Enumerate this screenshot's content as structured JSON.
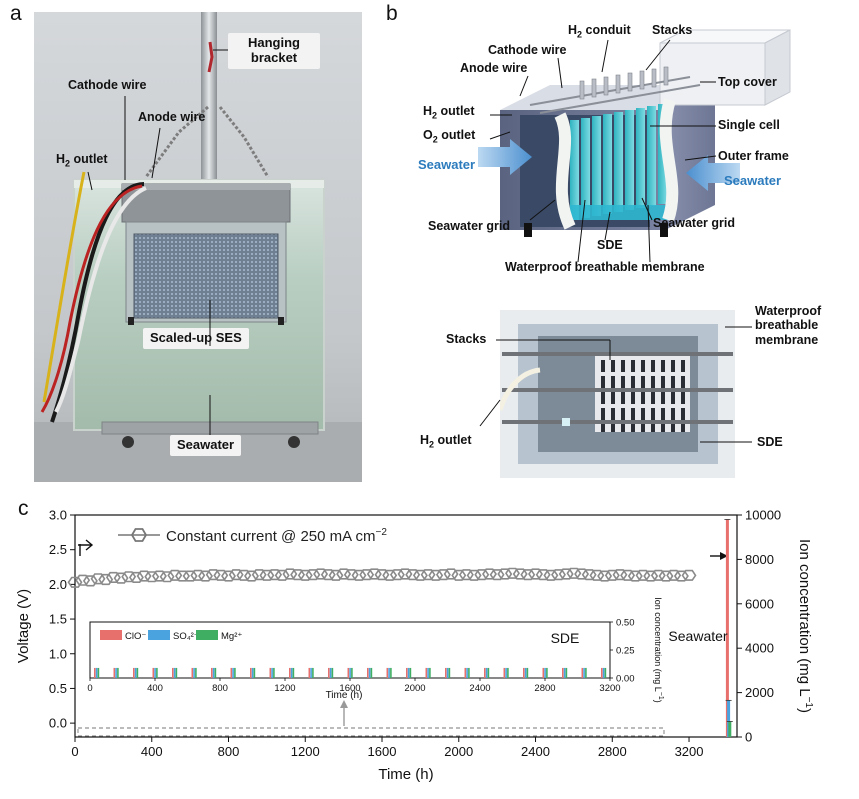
{
  "panels": {
    "a": {
      "letter": "a",
      "labels": {
        "hanging_bracket_1": "Hanging",
        "hanging_bracket_2": "bracket",
        "cathode_wire": "Cathode wire",
        "anode_wire": "Anode wire",
        "h2_outlet_prefix": "H",
        "h2_outlet_sub": "2",
        "h2_outlet_suffix": " outlet",
        "scaled_up_ses": "Scaled-up SES",
        "seawater": "Seawater"
      }
    },
    "b": {
      "letter": "b",
      "top_labels": {
        "h2_conduit_prefix": "H",
        "h2_conduit_sub": "2",
        "h2_conduit_suffix": " conduit",
        "stacks": "Stacks",
        "cathode_wire": "Cathode wire",
        "anode_wire": "Anode wire",
        "top_cover": "Top cover",
        "h2_outlet_prefix": "H",
        "h2_outlet_sub": "2",
        "h2_outlet_suffix": " outlet",
        "o2_outlet_prefix": "O",
        "o2_outlet_sub": "2",
        "o2_outlet_suffix": " outlet",
        "single_cell": "Single cell",
        "outer_frame": "Outer frame",
        "seawater_left": "Seawater",
        "seawater_right": "Seawater",
        "seawater_grid_left": "Seawater grid",
        "seawater_grid_right": "Seawater grid",
        "sde": "SDE",
        "waterproof_membrane": "Waterproof breathable membrane"
      },
      "bottom_labels": {
        "stacks": "Stacks",
        "membrane_1": "Waterproof",
        "membrane_2": "breathable",
        "membrane_3": "membrane",
        "h2_outlet_prefix": "H",
        "h2_outlet_sub": "2",
        "h2_outlet_suffix": " outlet",
        "sde": "SDE"
      }
    },
    "c": {
      "letter": "c"
    }
  },
  "chart_data": {
    "type": "line",
    "legend": {
      "label_prefix": "Constant current @ 250 mA cm",
      "label_sup": "−2",
      "placement": "top-left"
    },
    "xlabel": "Time (h)",
    "ylabel_left": "Voltage (V)",
    "ylabel_right": "Ion concentration (mg L",
    "ylabel_right_sup": "−1",
    "ylabel_right_close": ")",
    "xlim": [
      0,
      3450
    ],
    "ylim_left": [
      -0.2,
      3.0
    ],
    "ylim_right": [
      0,
      10000
    ],
    "x_ticks": [
      0,
      400,
      800,
      1200,
      1600,
      2000,
      2400,
      2800,
      3200
    ],
    "y_ticks_left": [
      0.0,
      0.5,
      1.0,
      1.5,
      2.0,
      2.5,
      3.0
    ],
    "y_tick_labels_left": [
      "0.0",
      "0.5",
      "1.0",
      "1.5",
      "2.0",
      "2.5",
      "3.0"
    ],
    "y_ticks_right": [
      0,
      2000,
      4000,
      6000,
      8000,
      10000
    ],
    "voltage_series": {
      "x_start": 0,
      "x_end": 3200,
      "x_step": 40,
      "values": [
        2.03,
        2.06,
        2.05,
        2.08,
        2.07,
        2.1,
        2.09,
        2.11,
        2.1,
        2.12,
        2.11,
        2.12,
        2.11,
        2.13,
        2.12,
        2.12,
        2.13,
        2.12,
        2.14,
        2.13,
        2.12,
        2.14,
        2.13,
        2.12,
        2.14,
        2.13,
        2.14,
        2.13,
        2.15,
        2.14,
        2.13,
        2.14,
        2.15,
        2.14,
        2.13,
        2.15,
        2.14,
        2.13,
        2.14,
        2.15,
        2.14,
        2.13,
        2.14,
        2.15,
        2.14,
        2.13,
        2.14,
        2.13,
        2.14,
        2.15,
        2.13,
        2.14,
        2.13,
        2.14,
        2.15,
        2.14,
        2.15,
        2.16,
        2.15,
        2.14,
        2.15,
        2.14,
        2.13,
        2.14,
        2.15,
        2.16,
        2.15,
        2.14,
        2.13,
        2.12,
        2.13,
        2.14,
        2.13,
        2.12,
        2.13,
        2.12,
        2.13,
        2.12,
        2.13,
        2.12,
        2.13
      ]
    },
    "seawater_bars": {
      "label": "Seawater",
      "x": 3400,
      "series": [
        {
          "name": "ClO⁻",
          "value": 9800,
          "color": "#e8706c"
        },
        {
          "name": "SO₄²⁻",
          "value": 1650,
          "color": "#4aa3df"
        },
        {
          "name": "Mg²⁺",
          "value": 700,
          "color": "#3fae63"
        }
      ]
    },
    "inset": {
      "label": "SDE",
      "xlabel": "Time (h)",
      "ylabel": "Ion concentration (mg L",
      "ylabel_sup": "−1",
      "ylabel_close": ")",
      "xlim": [
        0,
        3200
      ],
      "ylim": [
        0,
        0.5
      ],
      "x_ticks": [
        0,
        400,
        800,
        1200,
        1600,
        2000,
        2400,
        2800,
        3200
      ],
      "y_ticks": [
        0.0,
        0.25,
        0.5
      ],
      "y_tick_labels": [
        "0.00",
        "0.25",
        "0.50"
      ],
      "legend": [
        {
          "name": "ClO⁻",
          "color": "#e8706c"
        },
        {
          "name": "SO₄²⁻",
          "color": "#4aa3df"
        },
        {
          "name": "Mg²⁺",
          "color": "#3fae63"
        }
      ],
      "sample_times": [
        40,
        160,
        280,
        400,
        520,
        640,
        760,
        880,
        1000,
        1120,
        1240,
        1360,
        1480,
        1600,
        1720,
        1840,
        1960,
        2080,
        2200,
        2320,
        2440,
        2560,
        2680,
        2800,
        2920,
        3040,
        3160
      ],
      "sample_value": 0.09
    }
  }
}
